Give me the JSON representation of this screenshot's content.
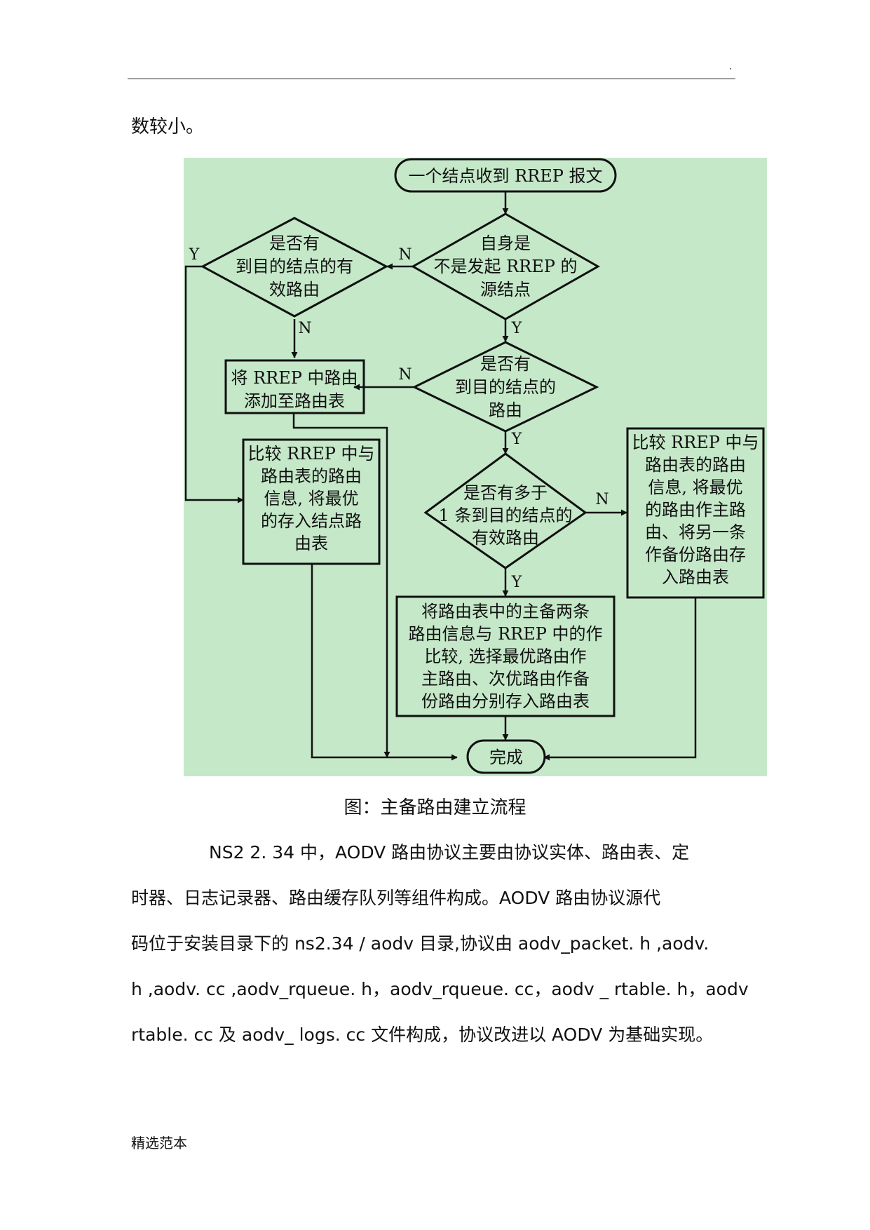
{
  "header": {
    "mark": "."
  },
  "intro_text": "数较小。",
  "flowchart": {
    "background_color": "#c5e8c9",
    "start": "一个结点收到 RREP 报文",
    "decision_source": [
      "自身是",
      "不是发起 RREP 的",
      "源结点"
    ],
    "decision_left_route": [
      "是否有",
      "到目的结点的有",
      "效路由"
    ],
    "decision_route": [
      "是否有",
      "到目的结点的",
      "路由"
    ],
    "decision_multi": [
      "是否有多于",
      "1 条到目的结点的",
      "有效路由"
    ],
    "box_add": [
      "将 RREP 中路由",
      "添加至路由表"
    ],
    "box_compare_left": [
      "比较 RREP 中与",
      "路由表的路由",
      "信息, 将最优",
      "的存入结点路",
      "由表"
    ],
    "box_compare_right": [
      "比较 RREP 中与",
      "路由表的路由",
      "信息, 将最优",
      "的路由作主路",
      "由、将另一条",
      "作备份路由存",
      "入路由表"
    ],
    "box_compare_both": [
      "将路由表中的主备两条",
      "路由信息与 RREP 中的作",
      "比较, 选择最优路由作",
      "主路由、次优路由作备",
      "份路由分别存入路由表"
    ],
    "end": "完成",
    "labels": {
      "yes": "Y",
      "no": "N"
    }
  },
  "caption": "图：主备路由建立流程",
  "paragraph": [
    "NS2 2. 34 中，AODV 路由协议主要由协议实体、路由表、定",
    "时器、日志记录器、路由缓存队列等组件构成。AODV 路由协议源代",
    "码位于安装目录下的 ns2.34 / aodv 目录,协议由 aodv_packet. h ,aodv.",
    "h ,aodv. cc ,aodv_rqueue. h，aodv_rqueue. cc，aodv _ rtable. h，aodv",
    "rtable. cc 及 aodv_ logs. cc 文件构成，协议改进以 AODV 为基础实现。"
  ],
  "footer": "精选范本"
}
